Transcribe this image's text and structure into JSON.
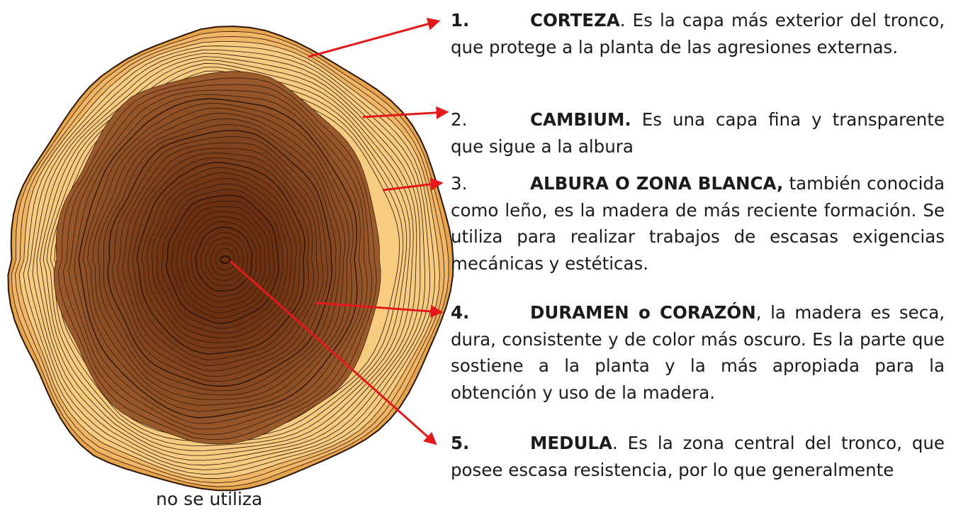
{
  "items": [
    {
      "num": "1.",
      "term": "CORTEZA",
      "rest": ". Es la capa más exterior del tronco, que protege a la planta de las agresiones externas.",
      "num_bold": true
    },
    {
      "num": "2.",
      "term": "CAMBIUM.",
      "rest": " Es una capa fina y transparente que sigue a la albura",
      "num_bold": false
    },
    {
      "num": "3.",
      "term": "ALBURA O ZONA BLANCA,",
      "rest": " también conocida como leño, es la madera de más reciente formación. Se utiliza para realizar trabajos de escasas exigencias mecánicas y estéticas.",
      "num_bold": false
    },
    {
      "num": "4.",
      "term": "DURAMEN o CORAZÓN",
      "rest": ", la madera es seca, dura, consistente y de color más oscuro. Es la parte que sostiene a la planta y la más apropiada para la obtención y uso de la madera.",
      "num_bold": true
    },
    {
      "num": "5.",
      "term": "MEDULA",
      "rest": ". Es la zona central del tronco, que posee escasa resistencia, por lo que generalmente",
      "num_bold": true
    }
  ],
  "footer": "no se utiliza",
  "colors": {
    "bark": "#f2b766",
    "bark_dark": "#e6a44c",
    "sapwood": "#f7cb80",
    "heartwood_outer": "#9a5a2c",
    "heartwood_inner": "#6b3012",
    "ring_line": "#2a1408",
    "arrow": "#e4191b"
  }
}
